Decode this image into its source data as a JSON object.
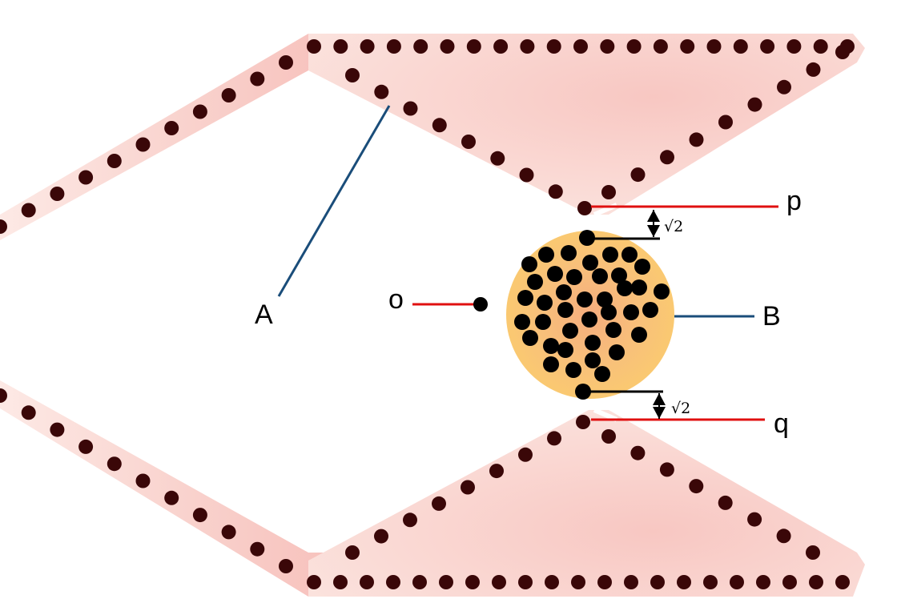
{
  "labels": {
    "A": "A",
    "B": "B",
    "o": "o",
    "p": "p",
    "q": "q"
  },
  "gap_label": "√2",
  "colors": {
    "band_light": "#fbe3de",
    "band_mid": "#f8c9c4",
    "band_dark": "#f6b9b4",
    "dot": "#3a0708",
    "cluster_fill": "#f8c375",
    "cluster_dot": "#000000",
    "red_line": "#e01010",
    "blue_line": "#1a4d7a",
    "black_line": "#000000"
  }
}
